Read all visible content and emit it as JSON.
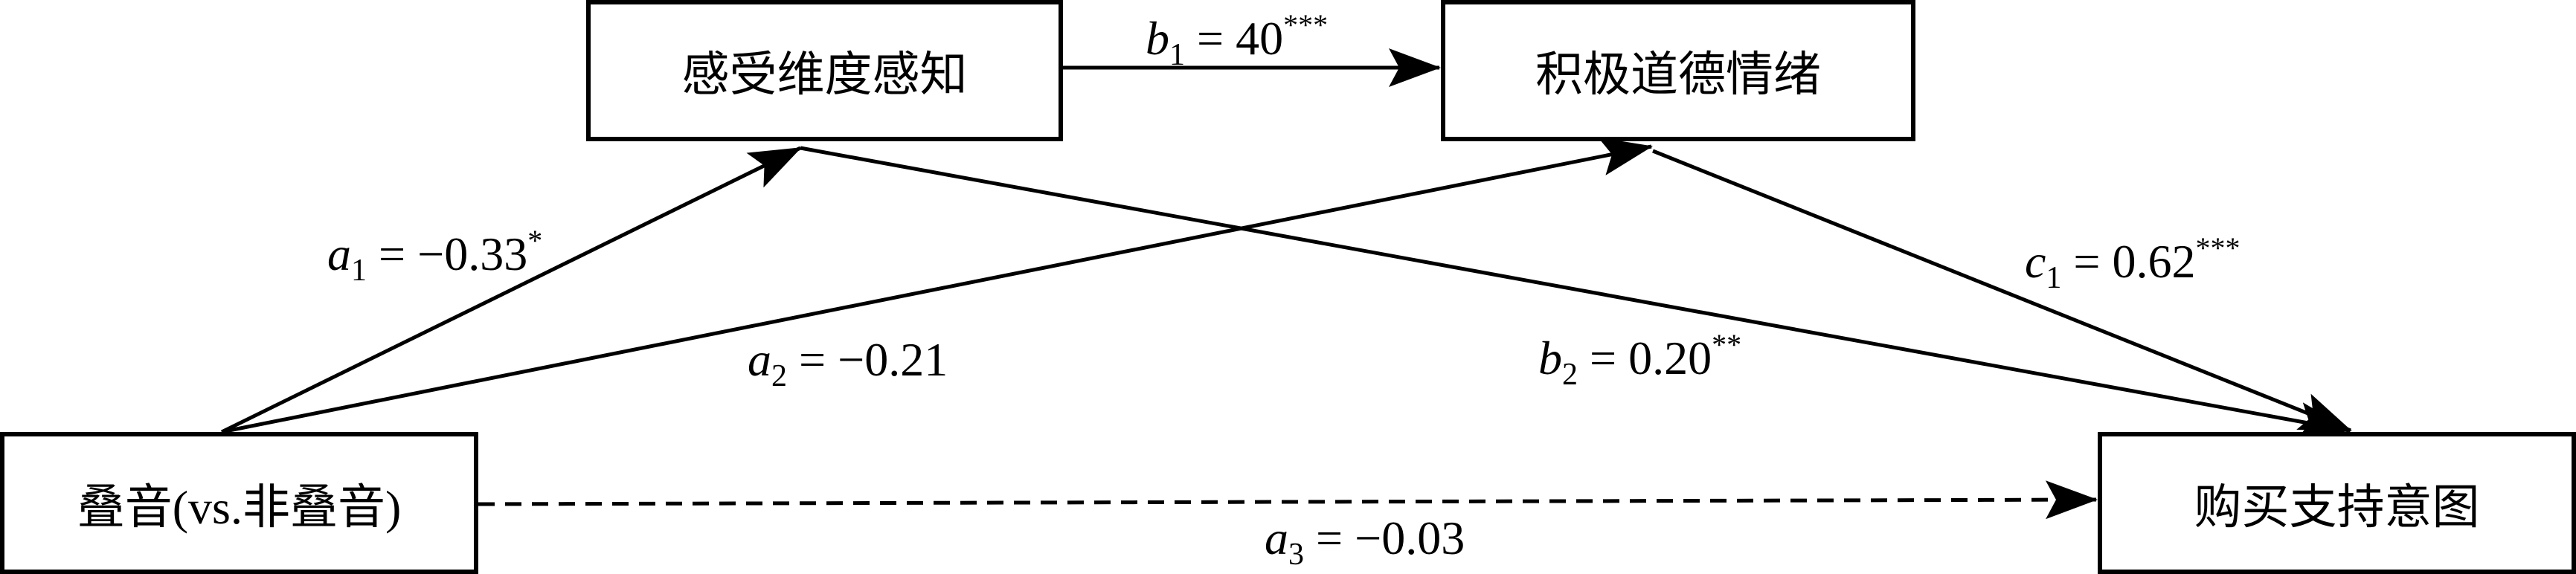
{
  "nodes": {
    "independent": "叠音(vs.非叠音)",
    "mediator1": "感受维度感知",
    "mediator2": "积极道德情绪",
    "outcome": "购买支持意图"
  },
  "paths": {
    "b1": {
      "var": "b",
      "sub": "1",
      "eq": " = 40",
      "sig": "***"
    },
    "a1": {
      "var": "a",
      "sub": "1",
      "eq": " = −0.33",
      "sig": "*"
    },
    "a2": {
      "var": "a",
      "sub": "2",
      "eq": " = −0.21",
      "sig": ""
    },
    "b2": {
      "var": "b",
      "sub": "2",
      "eq": " = 0.20",
      "sig": "**"
    },
    "c1": {
      "var": "c",
      "sub": "1",
      "eq": " = 0.62",
      "sig": "***"
    },
    "a3": {
      "var": "a",
      "sub": "3",
      "eq": " = −0.03",
      "sig": ""
    }
  }
}
